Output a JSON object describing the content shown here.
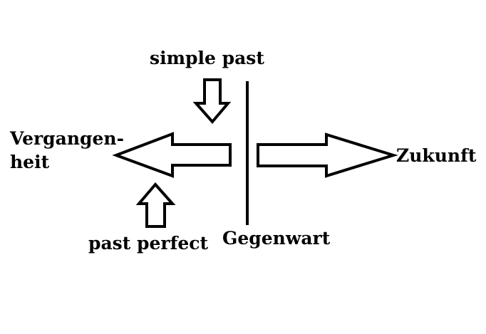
{
  "labels": {
    "simple_past": "simple past",
    "past_line1": "Vergangen-",
    "past_line2": "heit",
    "future": "Zukunft",
    "past_perfect": "past perfect",
    "present": "Gegenwart"
  },
  "colors": {
    "stroke": "#000000",
    "background": "#ffffff"
  }
}
